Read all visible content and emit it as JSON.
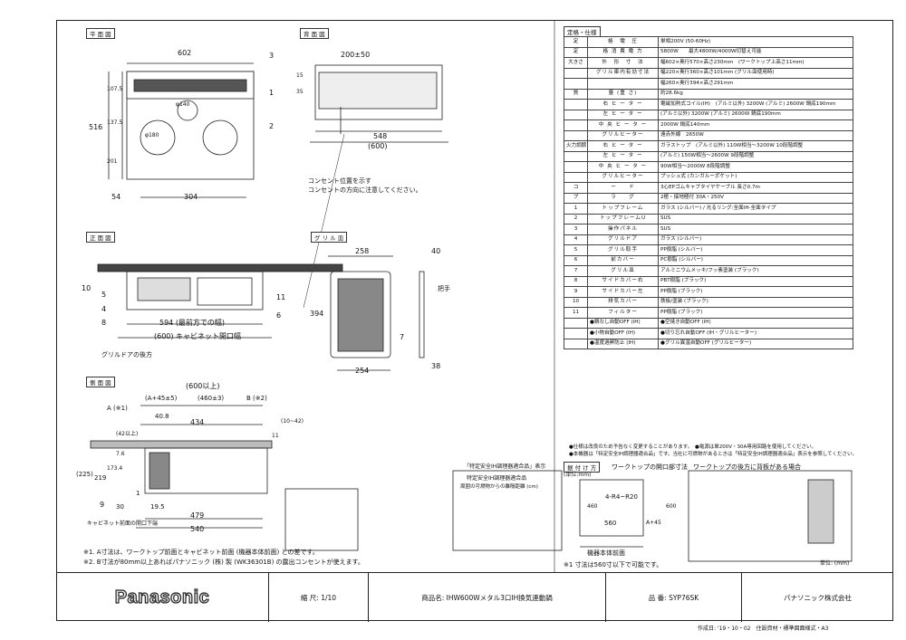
{
  "sections": {
    "plan": "平 面 図",
    "back": "背 面 図",
    "front": "正 面 図",
    "grill": "グ リ ル 皿",
    "side": "側 面 図",
    "spec": "定格・仕様",
    "install": "据 付 け 方",
    "opening": "ワークトップの開口部寸法",
    "back_install": "ワークトップの後方に背板がある場合"
  },
  "plan_dims": {
    "w602": "602",
    "d516": "516",
    "d107": "107.5",
    "d137": "137.5",
    "d201": "201",
    "w54": "54",
    "w304": "304",
    "phi140": "φ140",
    "phi180": "φ180",
    "n1": "1",
    "n2": "2",
    "n3": "3"
  },
  "back_dims": {
    "w200": "200±50",
    "h15": "15",
    "h35": "35",
    "w548": "548",
    "w600": "(600)"
  },
  "outlet_note": [
    "コンセント位置を示す",
    "コンセントの方向に注意してください。"
  ],
  "front_dims": {
    "w594": "594 (最前方での幅)",
    "w600": "(600) キャビネット開口幅",
    "grill_door": "グリルドアの後方",
    "n4": "4",
    "n5": "5",
    "n6": "6",
    "n8": "8",
    "n10": "10",
    "n11": "11"
  },
  "grill_dims": {
    "w258": "258",
    "w254": "254",
    "h394": "394",
    "w40": "40",
    "h38": "38",
    "handle": "把手",
    "n7": "7"
  },
  "side_dims": {
    "w600": "(600以上)",
    "a45": "(A+45±5)",
    "w460": "(460±3)",
    "a": "A (※1)",
    "b": "B (※2)",
    "w40_8": "40.8",
    "w434": "434",
    "w479": "479",
    "w540": "540",
    "h225": "(225)",
    "h219": "219",
    "h173": "173.4",
    "h11": "11",
    "h10": "(10~42)",
    "h42": "(42以上)",
    "h7_6": "7.6",
    "h19_5": "19.5",
    "h30": "30",
    "h1": "1",
    "n9": "9",
    "cab": "キャビネット前面の開口下端"
  },
  "notes": [
    "※1. A寸法は、ワークトップ前面とキャビネット前面 (機器本体前面) との差です。",
    "※2. B寸法が80mm以上あればパナソニック (株) 製 (WK36301B) の露出コンセントが使えます。"
  ],
  "spec_title": "定格・仕様",
  "spec_rows": [
    [
      "定",
      "格　電　圧",
      "単相200V (50-60Hz)"
    ],
    [
      "定",
      "格 消 費 電 力",
      "5800W　　最大4800W/4000W切替え可能"
    ],
    [
      "大きさ",
      "外　形　寸　法",
      "幅602×奥行570×高さ230mm　(ワークトップ上高さ11mm)"
    ],
    [
      "",
      "グリル庫内有効寸法",
      "幅220×奥行360×高さ101mm (グリル皿使用時)"
    ],
    [
      "",
      "",
      "幅260×奥行394×高さ291mm"
    ],
    [
      "質",
      "量 (重 さ)",
      "約28.6kg"
    ],
    [
      "",
      "右 ヒ ー タ ー",
      "電磁加熱式コイル(IH)　(アルミ以外) 3200W (アルミ) 2600W 鍋底190mm"
    ],
    [
      "",
      "左 ヒ ー タ ー",
      "(アルミ以外) 3200W (アルミ) 2600W 鍋底190mm"
    ],
    [
      "",
      "中 央 ヒ ー タ ー",
      "2000W 鍋底140mm"
    ],
    [
      "",
      "グリルヒーター",
      "遠赤外線　2650W"
    ],
    [
      "火力調節",
      "右 ヒ ー タ ー",
      "ガラストップ　(アルミ以外) 110W相当～3200W 10段階調整"
    ],
    [
      "",
      "左 ヒ ー タ ー",
      "(アルミ) 150W相当～2600W 9段階調整"
    ],
    [
      "",
      "中 央 ヒ ー タ ー",
      "90W相当～2000W 8段階調整"
    ],
    [
      "",
      "グリルヒーター",
      "プッシュ式 (カンガルーポケット)"
    ],
    [
      "コ",
      "ー　　ド",
      "3心EPゴムキャブタイヤケーブル 長さ0.7m"
    ],
    [
      "プ",
      "ラ　　グ",
      "2極・接地極付 30A・250V"
    ]
  ],
  "material_rows": [
    [
      "1",
      "トップフレーム",
      "ガラス (シルバー) / 光るリング:全面IH-全面タイプ"
    ],
    [
      "2",
      "トップフレームU",
      "SUS"
    ],
    [
      "3",
      "操作パネル",
      "SUS"
    ],
    [
      "4",
      "グリルドア",
      "ガラス (シルバー)"
    ],
    [
      "5",
      "グリル取手",
      "PP樹脂 (シルバー)"
    ],
    [
      "6",
      "前カバー",
      "PC樹脂 (シルバー)"
    ],
    [
      "7",
      "グリル皿",
      "アルミニウムメッキ/フッ素塗装 (ブラック)"
    ],
    [
      "8",
      "サイドカバー右",
      "PBT樹脂 (ブラック)"
    ],
    [
      "9",
      "サイドカバー左",
      "PP樹脂 (ブラック)"
    ],
    [
      "10",
      "排気カバー",
      "鉄板/塗装 (ブラック)"
    ],
    [
      "11",
      "フィルター",
      "PP樹脂 (ブラック)"
    ]
  ],
  "safety": [
    "●鍋なし自動OFF (IH)",
    "●空焼き自動OFF (IH)",
    "●小物自動OFF (IH)",
    "●切り忘れ自動OFF (IH・グリルヒーター)",
    "●温度過昇防止 (IH)",
    "●グリル異温自動OFF (グリルヒーター)"
  ],
  "spec_notes": [
    "●仕様は改良のため予告なく変更することがあります。　●電源は単200V・30A専用回路を使用してください。",
    "●本機器は「特定安全IH調理器適合品」です。当社に可燃物があるときは「特定安全IH調理器適合品」表示を参照してください。"
  ],
  "install_box": {
    "title": "「特定安全IH調理器適合品」表示",
    "sub": "特定安全IH調理器適合品",
    "c1": "周囲の可燃物からの離隔距離 (cm)"
  },
  "opening_dims": {
    "r": "4-R4~R20",
    "w560": "560",
    "a45": "A+45",
    "d460": "460",
    "d600": "600",
    "front": "機器本体前面",
    "note": "※1 寸法は560寸以下で可能です。",
    "unit": "(単位:mm)"
  },
  "title_block": {
    "brand": "Panasonic",
    "scale_label": "縮 尺: 1/10",
    "product": "商品名: IHW600Wメタル3口IH換気連動鍋",
    "model": "品 番: SYP76SK",
    "company": "パナソニック株式会社",
    "footer": "作成日: '19・10・02　住設資材・標準図面様式・A3",
    "unit": "単位: (mm)"
  }
}
